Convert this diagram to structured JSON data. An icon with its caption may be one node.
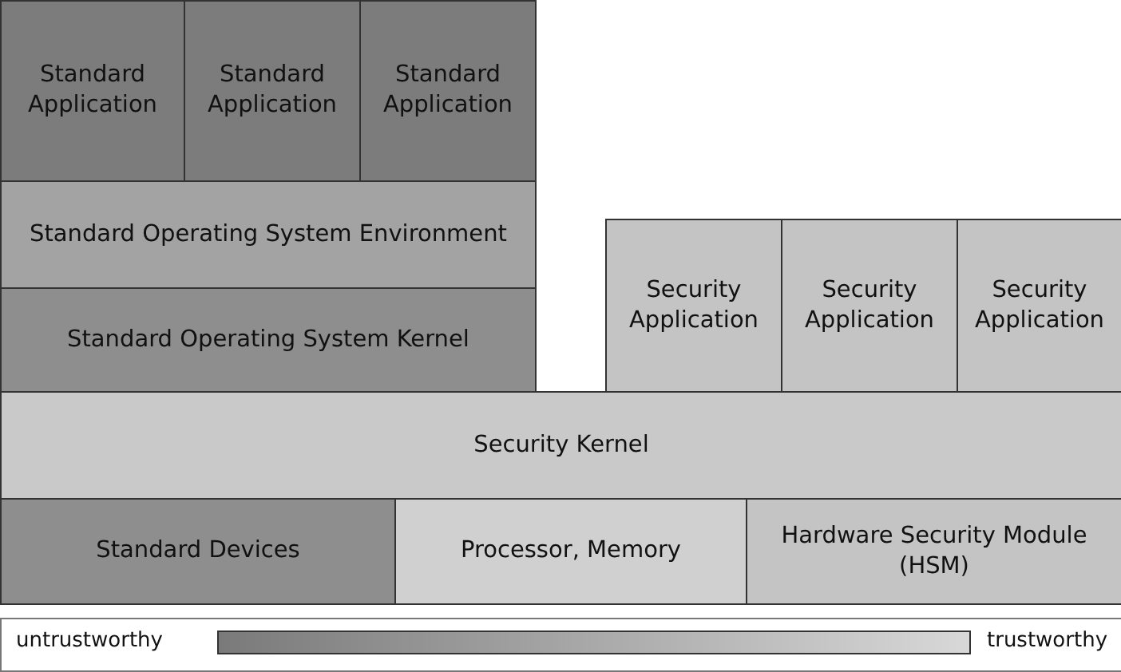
{
  "diagram": {
    "nodes": [
      {
        "text": [
          "Standard Application"
        ]
      },
      {
        "text": [
          "Standard Application"
        ]
      },
      {
        "text": [
          "Standard Application"
        ]
      },
      {
        "text": [
          "Standard Operating System Environment"
        ]
      },
      {
        "text": [
          "Standard Operating System Kernel"
        ]
      },
      {
        "text": [
          "Security Application"
        ]
      },
      {
        "text": [
          "Security Application"
        ]
      },
      {
        "text": [
          "Security Application"
        ]
      },
      {
        "text": [
          "Security Kernel"
        ]
      },
      {
        "text": [
          "Standard Devices"
        ]
      },
      {
        "text": [
          "Processor, Memory"
        ]
      },
      {
        "text": [
          "Hardware Security Module (HSM)"
        ]
      },
      {
        "text": [],
        "shape": "bar"
      }
    ],
    "edges": [],
    "labels": [
      "untrustworthy",
      "trustworthy"
    ]
  }
}
